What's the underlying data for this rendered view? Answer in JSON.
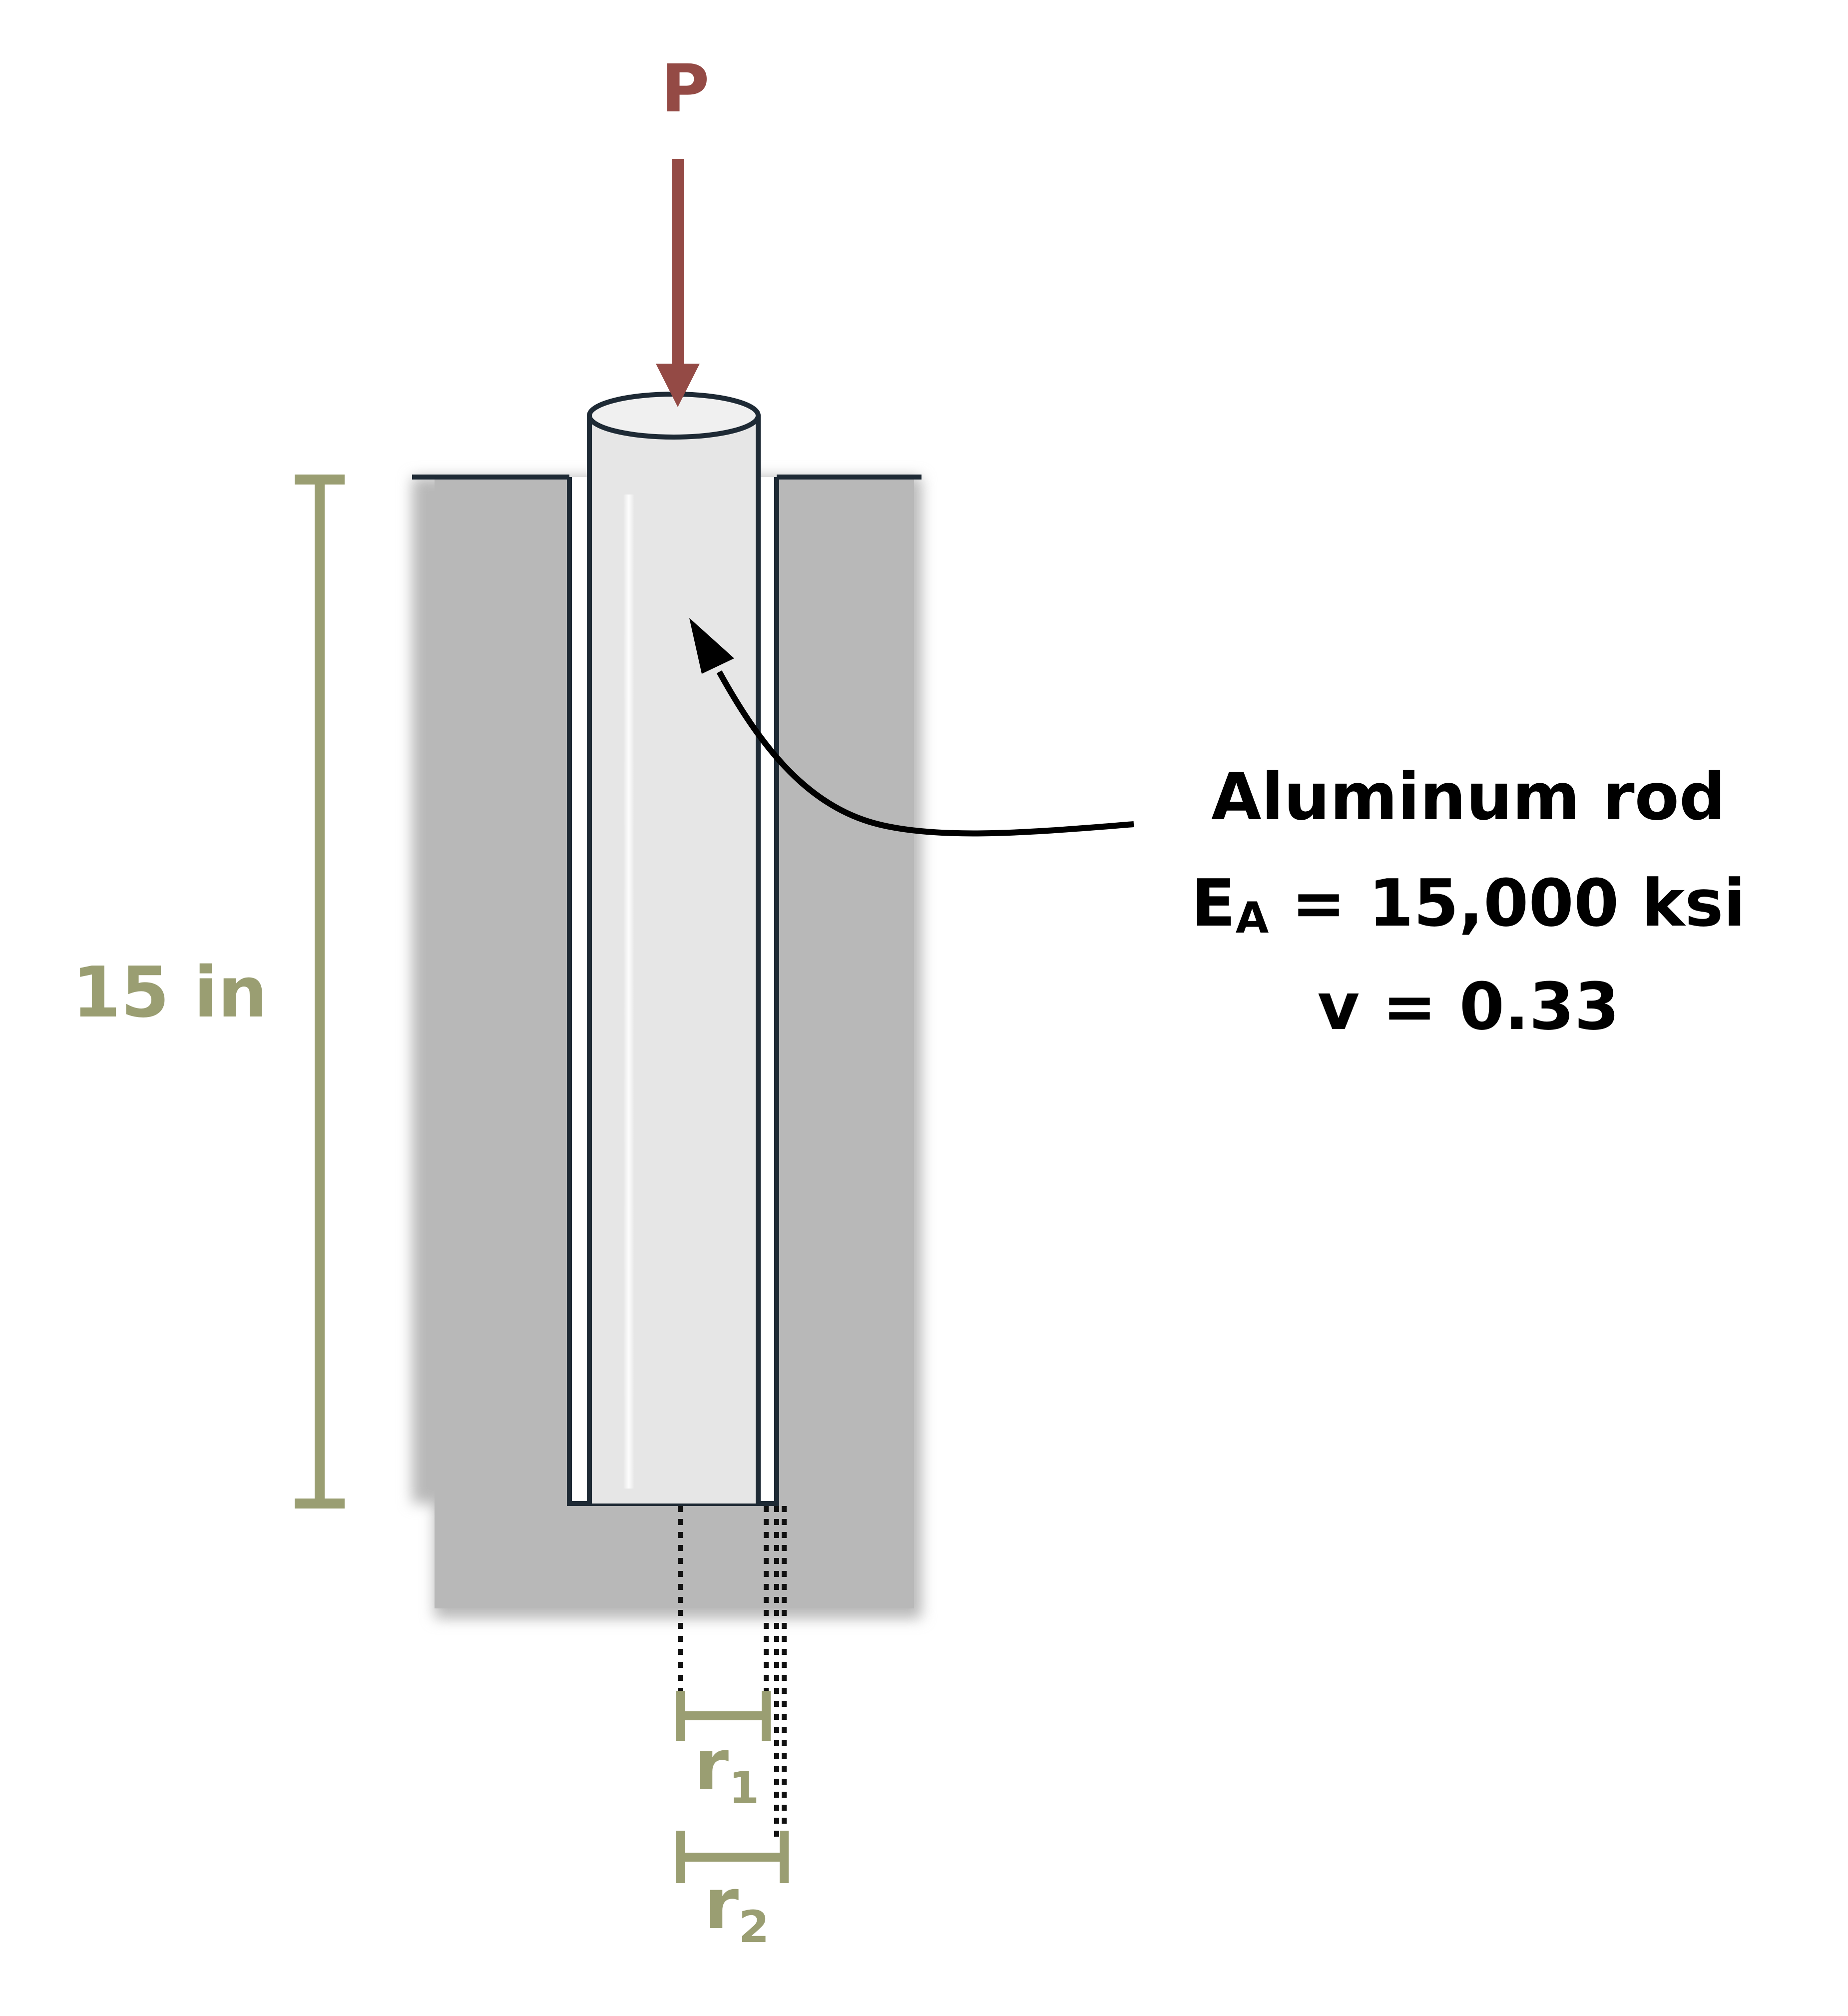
{
  "load": {
    "label": "P",
    "color": "#944a45"
  },
  "dimensions": {
    "length": "15 in",
    "r1": {
      "base": "r",
      "sub": "1"
    },
    "r2": {
      "base": "r",
      "sub": "2"
    },
    "color": "#9a9e72"
  },
  "rod": {
    "name": "Aluminum rod",
    "modulus": {
      "symbol": "E",
      "sub": "A",
      "value": " = 15,000 ksi"
    },
    "poisson": "v = 0.33"
  },
  "colors": {
    "support": "#b8b8b8",
    "rod_fill": "#e6e6e6",
    "outline": "#1e2a35"
  }
}
